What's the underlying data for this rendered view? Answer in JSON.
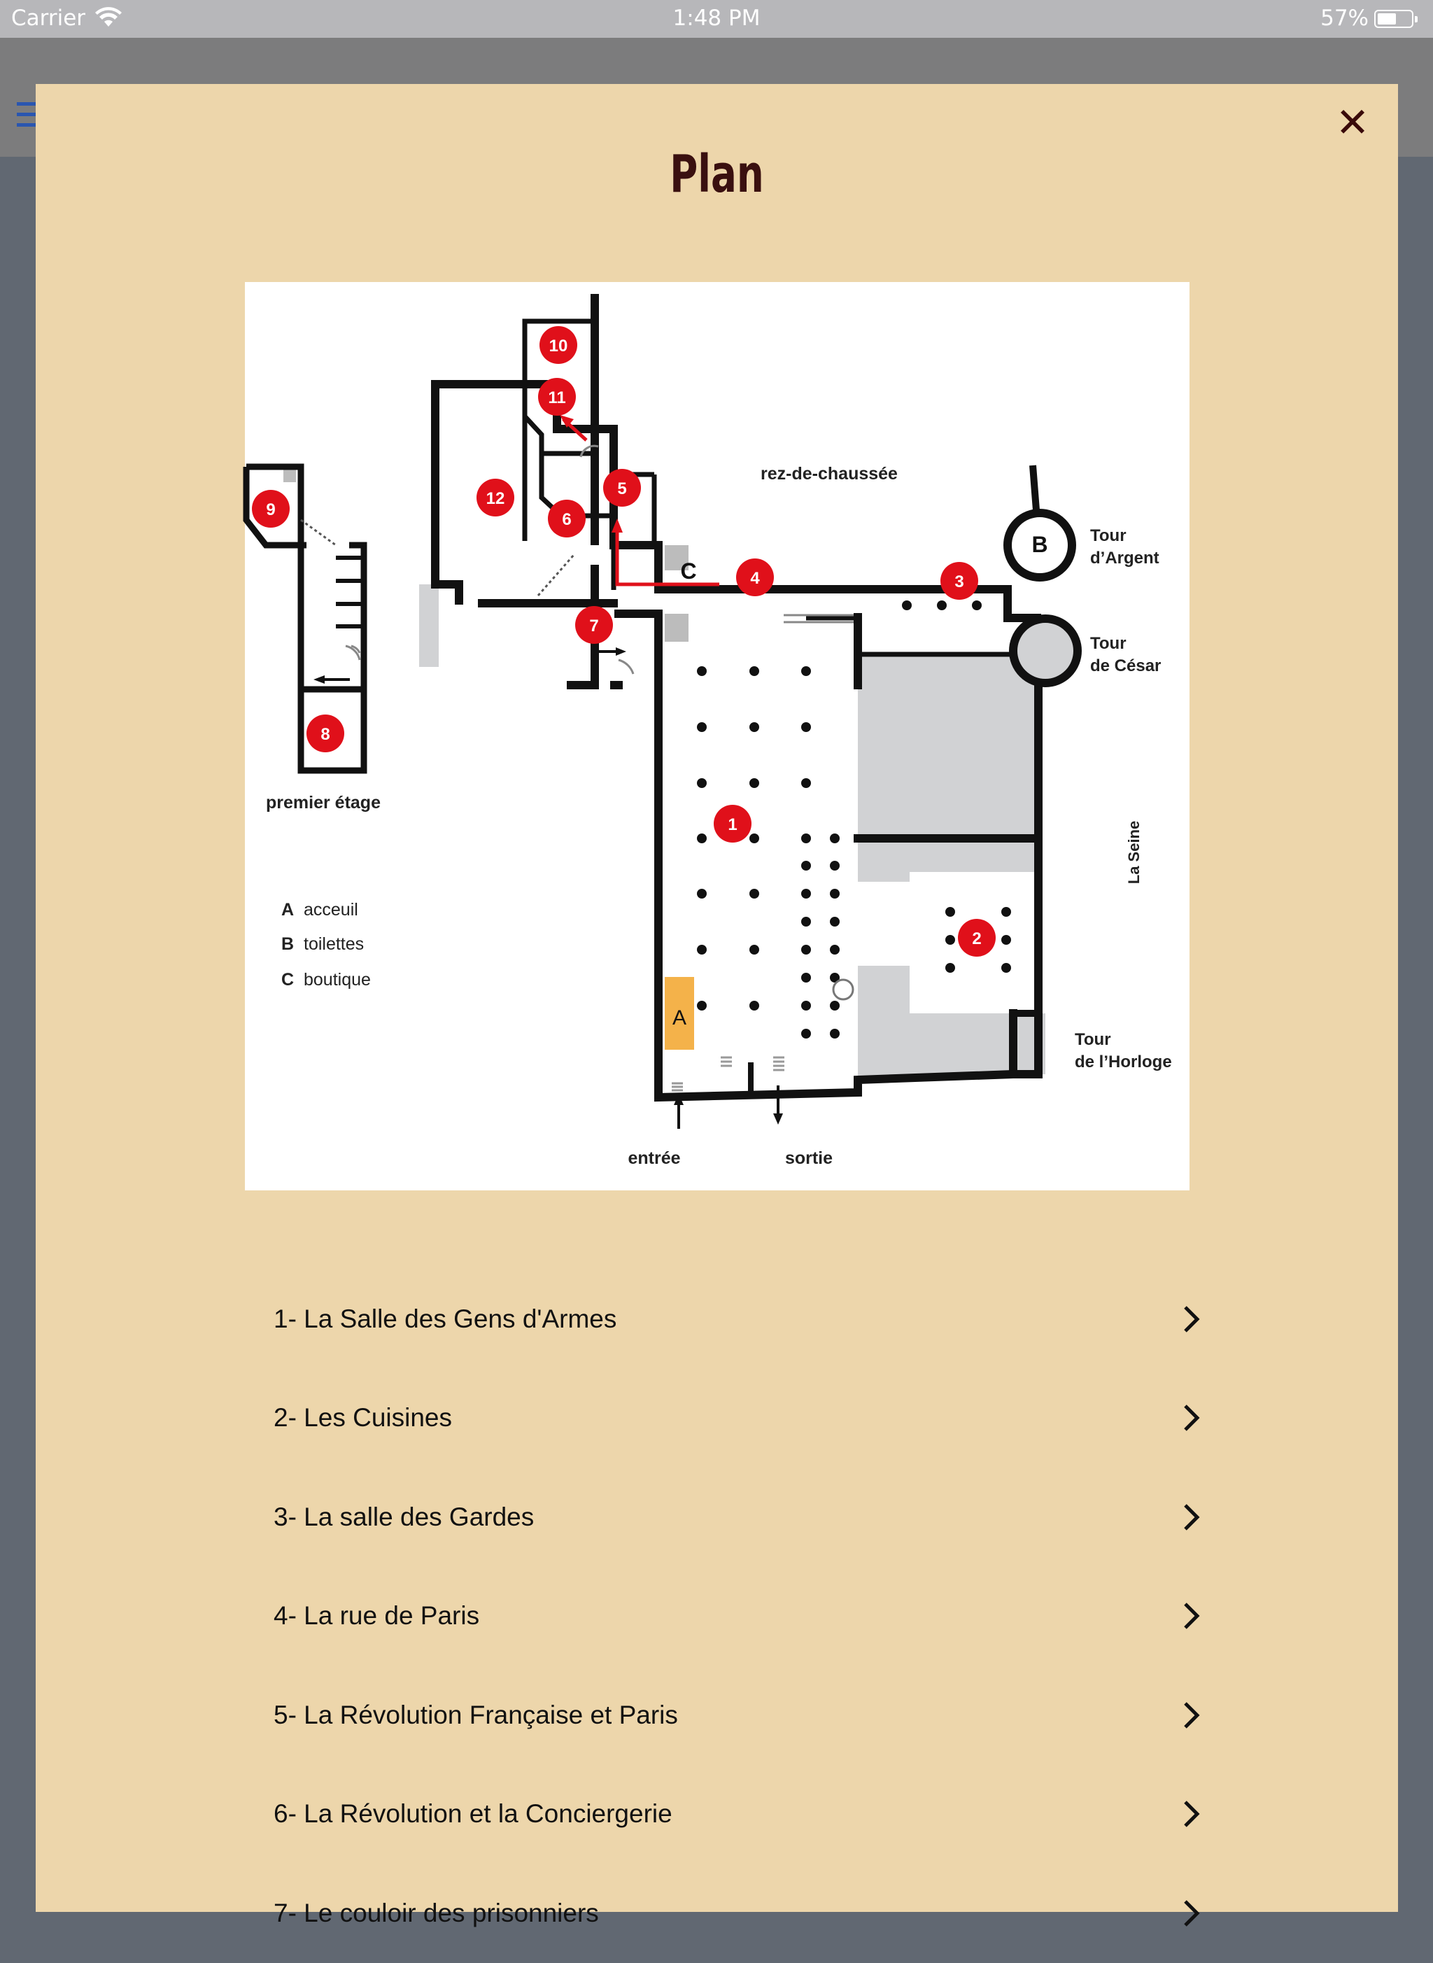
{
  "status_bar": {
    "carrier": "Carrier",
    "time": "1:48 PM",
    "battery": "57%"
  },
  "modal": {
    "title": "Plan",
    "close_label": "✕"
  },
  "plan_image": {
    "rez_de_chaussee": "rez-de-chaussée",
    "premier_etage": "premier étage",
    "la_seine": "La Seine",
    "tour_argent": [
      "Tour",
      "d’Argent"
    ],
    "tour_cesar": [
      "Tour",
      "de César"
    ],
    "tour_horloge": [
      "Tour",
      "de l’Horloge"
    ],
    "entree": "entrée",
    "sortie": "sortie",
    "letter_a": "A",
    "letter_b": "B",
    "letter_c": "C",
    "legend": [
      {
        "key": "A",
        "text": "acceuil"
      },
      {
        "key": "B",
        "text": "toilettes"
      },
      {
        "key": "C",
        "text": "boutique"
      }
    ],
    "markers": [
      "1",
      "2",
      "3",
      "4",
      "5",
      "6",
      "7",
      "8",
      "9",
      "10",
      "11",
      "12"
    ]
  },
  "rooms": [
    {
      "label": "1- La Salle des Gens d'Armes"
    },
    {
      "label": "2- Les Cuisines"
    },
    {
      "label": "3- La salle des Gardes"
    },
    {
      "label": "4- La rue de Paris"
    },
    {
      "label": "5- La Révolution Française et Paris"
    },
    {
      "label": "6- La Révolution et la Conciergerie"
    },
    {
      "label": "7- Le couloir des prisonniers"
    }
  ]
}
